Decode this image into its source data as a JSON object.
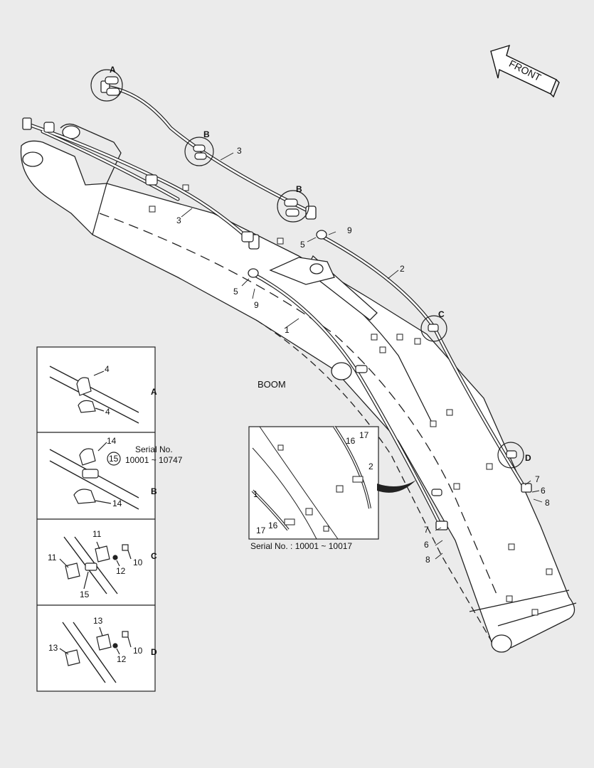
{
  "diagram": {
    "front_label": "FRONT",
    "boom_label": "BOOM",
    "detail_letters": [
      "A",
      "B",
      "B",
      "C",
      "D"
    ],
    "callouts": {
      "c1": "1",
      "c2": "2",
      "c3a": "3",
      "c3b": "3",
      "c5a": "5",
      "c5b": "5",
      "c9a": "9",
      "c9b": "9",
      "c7": "7",
      "c6": "6",
      "c8": "8",
      "c7b": "7",
      "c6b": "6",
      "c8b": "8"
    },
    "inset": {
      "caption": "Serial No. : 10001 ~ 10017",
      "labels": {
        "l16a": "16",
        "l17a": "17",
        "l2": "2",
        "l1": "1",
        "l17b": "17",
        "l16b": "16"
      }
    },
    "panels": [
      {
        "letter": "A",
        "labels": [
          "4",
          "4"
        ]
      },
      {
        "letter": "B",
        "labels": [
          "14",
          "15",
          "14"
        ],
        "serial_line1": "Serial No.",
        "serial_line2": "10001 ~ 10747"
      },
      {
        "letter": "C",
        "labels": [
          "11",
          "11",
          "12",
          "10",
          "15"
        ]
      },
      {
        "letter": "D",
        "labels": [
          "13",
          "13",
          "12",
          "10"
        ]
      }
    ]
  }
}
